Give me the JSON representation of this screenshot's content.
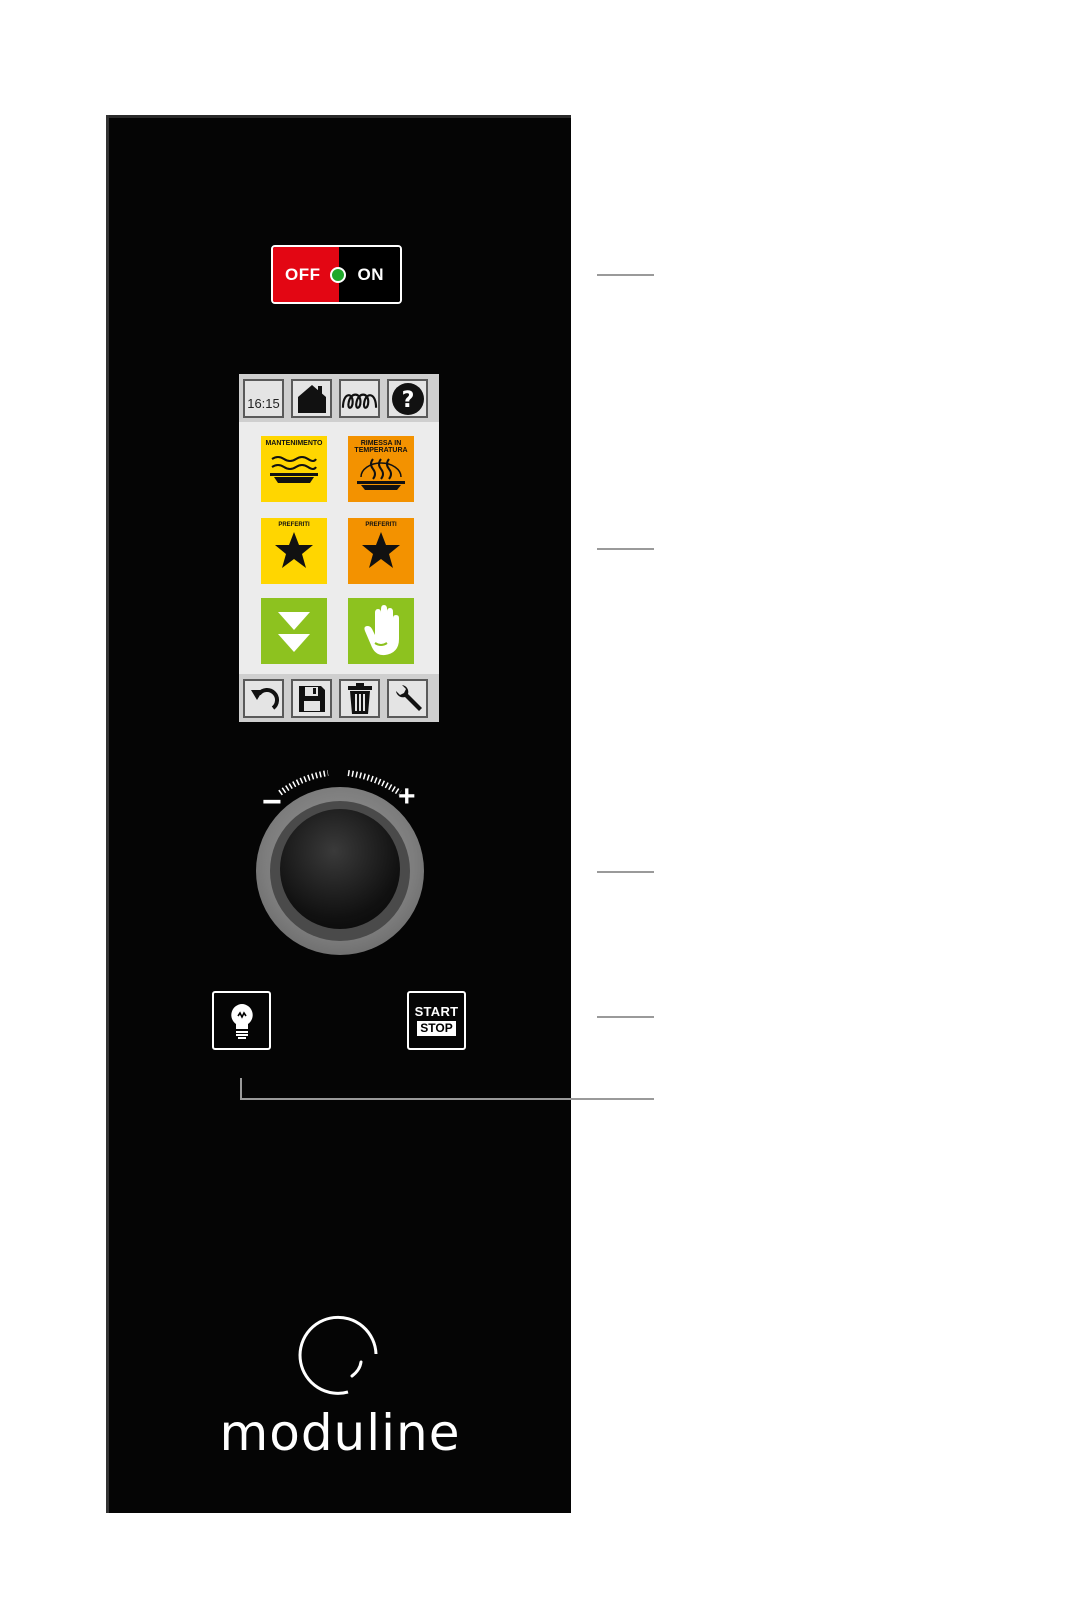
{
  "power_switch": {
    "off_label": "OFF",
    "on_label": "ON",
    "led_color": "#1fa82b",
    "off_color": "#e30613"
  },
  "screen": {
    "clock": "16:15",
    "top_icons": [
      "home-icon",
      "heating-coil-icon",
      "help-icon"
    ],
    "tiles": [
      {
        "label": "MANTENIMENTO",
        "color": "#ffd600",
        "icon": "holding-tray-icon"
      },
      {
        "label": "RIMESSA IN TEMPERATURA",
        "color": "#f39200",
        "icon": "reheat-tray-icon"
      },
      {
        "label": "PREFERITI",
        "color": "#ffd600",
        "icon": "star-icon"
      },
      {
        "label": "PREFERITI",
        "color": "#f39200",
        "icon": "star-icon"
      },
      {
        "label": "",
        "color": "#8dc21f",
        "icon": "double-chevron-down-icon"
      },
      {
        "label": "",
        "color": "#8dc21f",
        "icon": "hand-icon"
      }
    ],
    "bottom_icons": [
      "undo-icon",
      "save-icon",
      "trash-icon",
      "wrench-icon"
    ]
  },
  "knob": {
    "minus_label": "−",
    "plus_label": "+"
  },
  "buttons": {
    "light_icon": "light-bulb-icon",
    "start_label": "START",
    "stop_label": "STOP"
  },
  "brand": {
    "name": "moduline"
  }
}
